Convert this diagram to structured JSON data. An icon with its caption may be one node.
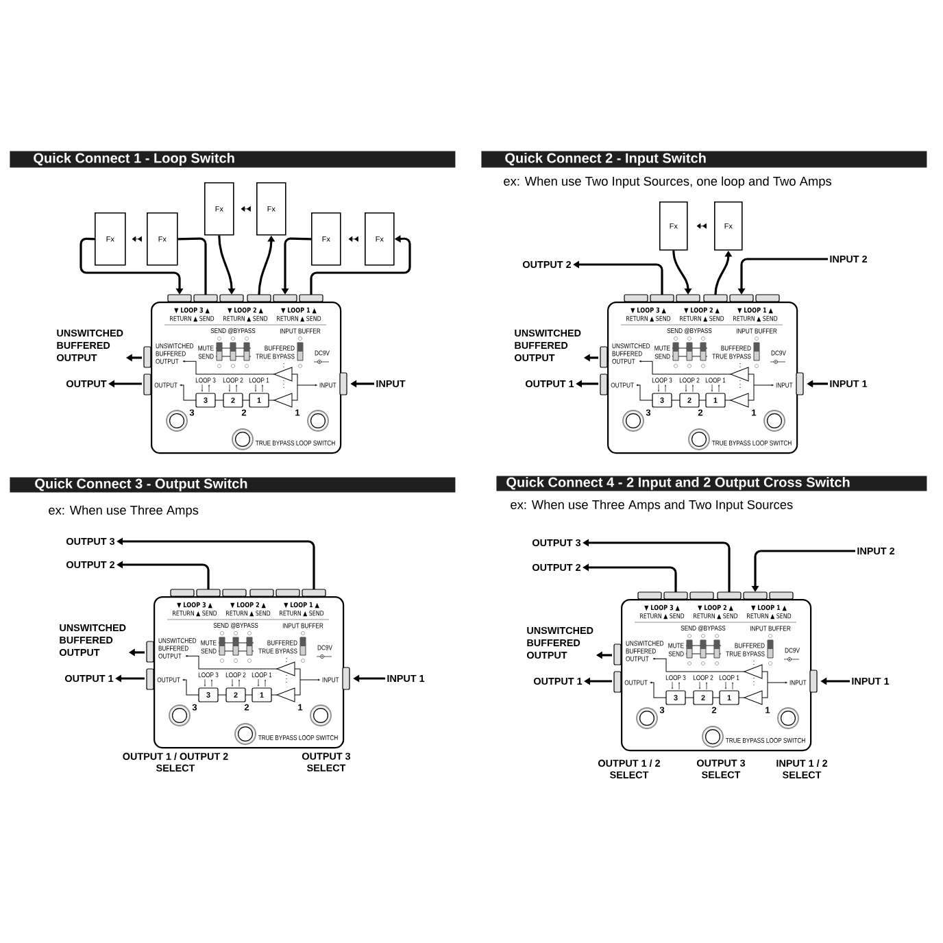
{
  "diagram": {
    "nodes": [
      {
        "text": [
          "Quick Connect 1 - Loop Switch"
        ]
      },
      {
        "text": [
          "Fx"
        ]
      },
      {
        "text": [
          "Fx"
        ]
      },
      {
        "text": [
          "Fx"
        ]
      },
      {
        "text": [
          "Fx"
        ]
      },
      {
        "text": [
          "Fx"
        ]
      },
      {
        "text": [
          "Fx"
        ]
      },
      {
        "text": [
          "UNSWITCHED BUFFERED OUTPUT"
        ]
      },
      {
        "text": [
          "OUTPUT"
        ]
      },
      {
        "text": [
          "▼ LOOP 3 ▲",
          "▼ LOOP 2 ▲",
          "▼ LOOP 1 ▲",
          "RETURN ▲ SEND",
          "RETURN ▲ SEND",
          "RETURN ▲ SEND",
          "SEND @BYPASS",
          "INPUT BUFFER",
          "UNSWITCHED BUFFERED OUTPUT",
          "MUTE",
          "BUFFERED",
          "SEND",
          "TRUE BYPASS",
          "DC9V",
          "OUTPUT",
          "LOOP 3",
          "LOOP 2",
          "LOOP 1",
          "INPUT",
          "3",
          "2",
          "1",
          "3",
          "2",
          "1",
          "TRUE BYPASS LOOP SWITCH"
        ]
      },
      {
        "text": [
          "INPUT"
        ]
      },
      {
        "text": [
          "Quick Connect 2 - Input Switch"
        ],
        "beside": [
          "ex: When use Two Input Sources, one loop and Two Amps"
        ]
      },
      {
        "text": [
          "Fx"
        ]
      },
      {
        "text": [
          "Fx"
        ]
      },
      {
        "text": [
          "OUTPUT 2"
        ]
      },
      {
        "text": [
          "INPUT 2"
        ]
      },
      {
        "text": [
          "UNSWITCHED BUFFERED OUTPUT"
        ]
      },
      {
        "text": [
          "OUTPUT 1"
        ]
      },
      {
        "text": [
          "▼ LOOP 3 ▲",
          "▼ LOOP 2 ▲",
          "▼ LOOP 1 ▲",
          "RETURN ▲ SEND",
          "RETURN ▲ SEND",
          "RETURN ▲ SEND",
          "SEND @BYPASS",
          "INPUT BUFFER",
          "UNSWITCHED BUFFERED OUTPUT",
          "MUTE",
          "BUFFERED",
          "SEND",
          "TRUE BYPASS",
          "DC9V",
          "OUTPUT",
          "LOOP 3",
          "LOOP 2",
          "LOOP 1",
          "INPUT",
          "3",
          "2",
          "1",
          "3",
          "2",
          "1",
          "TRUE BYPASS LOOP SWITCH"
        ]
      },
      {
        "text": [
          "INPUT 1"
        ]
      },
      {
        "text": [
          "Quick Connect 3 - Output Switch"
        ],
        "beside": [
          "ex: When use Three Amps"
        ]
      },
      {
        "text": [
          "OUTPUT 3"
        ]
      },
      {
        "text": [
          "OUTPUT 2"
        ]
      },
      {
        "text": [
          "UNSWITCHED BUFFERED OUTPUT"
        ]
      },
      {
        "text": [
          "OUTPUT 1"
        ]
      },
      {
        "text": [
          "▼ LOOP 3 ▲",
          "▼ LOOP 2 ▲",
          "▼ LOOP 1 ▲",
          "RETURN ▲ SEND",
          "RETURN ▲ SEND",
          "RETURN ▲ SEND",
          "SEND @BYPASS",
          "INPUT BUFFER",
          "UNSWITCHED BUFFERED OUTPUT",
          "MUTE",
          "BUFFERED",
          "SEND",
          "TRUE BYPASS",
          "DC9V",
          "OUTPUT",
          "LOOP 3",
          "LOOP 2",
          "LOOP 1",
          "INPUT",
          "3",
          "2",
          "1",
          "3",
          "2",
          "1",
          "TRUE BYPASS LOOP SWITCH"
        ],
        "beside": [
          "OUTPUT 1 / OUTPUT 2 SELECT",
          "OUTPUT 3 SELECT"
        ]
      },
      {
        "text": [
          "INPUT 1"
        ]
      },
      {
        "text": [
          "Quick Connect 4 - 2 Input and 2 Output Cross Switch"
        ],
        "beside": [
          "ex: When use Three Amps and Two Input Sources"
        ]
      },
      {
        "text": [
          "OUTPUT 3"
        ]
      },
      {
        "text": [
          "INPUT 2"
        ]
      },
      {
        "text": [
          "OUTPUT 2"
        ]
      },
      {
        "text": [
          "UNSWITCHED BUFFERED OUTPUT"
        ]
      },
      {
        "text": [
          "OUTPUT 1"
        ]
      },
      {
        "text": [
          "▼ LOOP 3 ▲",
          "▼ LOOP 2 ▲",
          "▼ LOOP 1 ▲",
          "RETURN ▲ SEND",
          "RETURN ▲ SEND",
          "RETURN ▲ SEND",
          "SEND @BYPASS",
          "INPUT BUFFER",
          "UNSWITCHED BUFFERED OUTPUT",
          "MUTE",
          "BUFFERED",
          "SEND",
          "TRUE BYPASS",
          "DC9V",
          "OUTPUT",
          "LOOP 3",
          "LOOP 2",
          "LOOP 1",
          "INPUT",
          "3",
          "2",
          "1",
          "3",
          "2",
          "1",
          "TRUE BYPASS LOOP SWITCH"
        ],
        "beside": [
          "OUTPUT 1 / 2 SELECT",
          "OUTPUT 3 SELECT",
          "INPUT 1 / 2 SELECT"
        ]
      },
      {
        "text": [
          "INPUT 1"
        ]
      }
    ],
    "edges": [
      {
        "from": 1,
        "to": 9,
        "arrow": "to"
      },
      {
        "from": 9,
        "to": 2,
        "arrow": "none"
      },
      {
        "from": 2,
        "to": 1,
        "arrow": "to"
      },
      {
        "from": 3,
        "to": 9,
        "arrow": "to"
      },
      {
        "from": 9,
        "to": 4,
        "arrow": "to"
      },
      {
        "from": 4,
        "to": 3,
        "arrow": "to"
      },
      {
        "from": 5,
        "to": 9,
        "arrow": "to"
      },
      {
        "from": 9,
        "to": 6,
        "arrow": "to"
      },
      {
        "from": 6,
        "to": 5,
        "arrow": "to"
      },
      {
        "from": 9,
        "to": 7,
        "arrow": "to"
      },
      {
        "from": 9,
        "to": 8,
        "arrow": "to"
      },
      {
        "from": 10,
        "to": 9,
        "arrow": "to"
      },
      {
        "from": 18,
        "to": 14,
        "arrow": "to"
      },
      {
        "from": 12,
        "to": 18,
        "arrow": "to"
      },
      {
        "from": 18,
        "to": 13,
        "arrow": "to"
      },
      {
        "from": 13,
        "to": 12,
        "arrow": "to"
      },
      {
        "from": 15,
        "to": 18,
        "arrow": "to"
      },
      {
        "from": 18,
        "to": 16,
        "arrow": "to"
      },
      {
        "from": 18,
        "to": 17,
        "arrow": "to"
      },
      {
        "from": 19,
        "to": 18,
        "arrow": "to"
      },
      {
        "from": 25,
        "to": 21,
        "arrow": "to"
      },
      {
        "from": 25,
        "to": 22,
        "arrow": "to"
      },
      {
        "from": 25,
        "to": 23,
        "arrow": "to"
      },
      {
        "from": 25,
        "to": 24,
        "arrow": "to"
      },
      {
        "from": 26,
        "to": 25,
        "arrow": "to"
      },
      {
        "from": 33,
        "to": 28,
        "arrow": "to"
      },
      {
        "from": 29,
        "to": 33,
        "arrow": "to"
      },
      {
        "from": 33,
        "to": 30,
        "arrow": "to"
      },
      {
        "from": 33,
        "to": 31,
        "arrow": "to"
      },
      {
        "from": 33,
        "to": 32,
        "arrow": "to"
      },
      {
        "from": 34,
        "to": 33,
        "arrow": "to"
      }
    ]
  }
}
